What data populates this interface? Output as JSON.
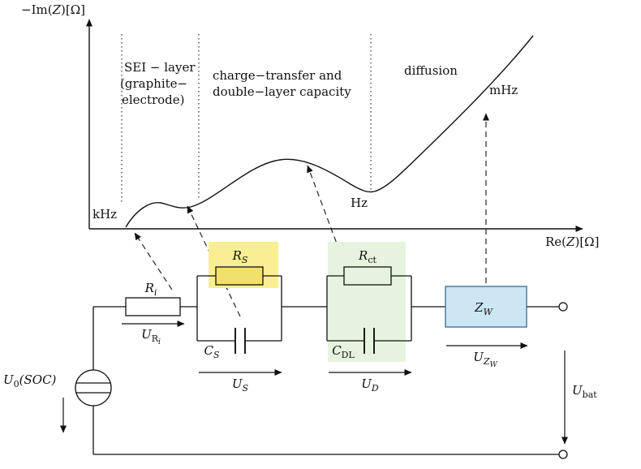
{
  "plot": {
    "y_axis": {
      "pre": "−Im(",
      "var": "Z",
      "post": ")[Ω]"
    },
    "x_axis": {
      "pre": "Re(",
      "var": "Z",
      "post": ")[Ω]"
    },
    "sei_line1": "SEI − layer",
    "sei_line2": "(graphite−",
    "sei_line3": "electrode)",
    "ct_line1": "charge−transfer and",
    "ct_line2": "double−layer capacity",
    "diffusion": "diffusion",
    "khz": "kHz",
    "hz": "Hz",
    "mhz": "mHz"
  },
  "circuit": {
    "u0": {
      "base": "U",
      "sub": "0",
      "suffix": "(SOC)"
    },
    "ri": {
      "base": "R",
      "sub": "i"
    },
    "uri": {
      "base": "U",
      "sub": "R",
      "subsub": "i"
    },
    "rs": {
      "base": "R",
      "sub": "S"
    },
    "cs": {
      "base": "C",
      "sub": "S"
    },
    "us": {
      "base": "U",
      "sub": "S"
    },
    "rct": {
      "base": "R",
      "sub": "ct"
    },
    "cdl": {
      "base": "C",
      "sub": "DL"
    },
    "ud": {
      "base": "U",
      "sub": "D"
    },
    "zw": {
      "base": "Z",
      "sub": "W"
    },
    "uzw": {
      "base": "U",
      "sub": "Z",
      "subsub": "W"
    },
    "ubat": {
      "base": "U",
      "sub": "bat"
    }
  },
  "colors": {
    "highlight_yellow": "#F8EE92",
    "resistor_yellow": "#F1DF6E",
    "highlight_green": "#E6F3DE",
    "highlight_blue": "#CCE6F4"
  }
}
